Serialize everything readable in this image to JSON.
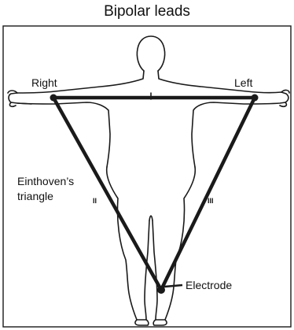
{
  "title": "Bipolar leads",
  "labels": {
    "right": "Right",
    "left": "Left",
    "triangle_line1": "Einthoven’s",
    "triangle_line2": "triangle",
    "electrode": "Electrode",
    "lead_ii": "II",
    "lead_iii": "III"
  },
  "colors": {
    "line": "#1a1a1a",
    "background": "#ffffff"
  }
}
